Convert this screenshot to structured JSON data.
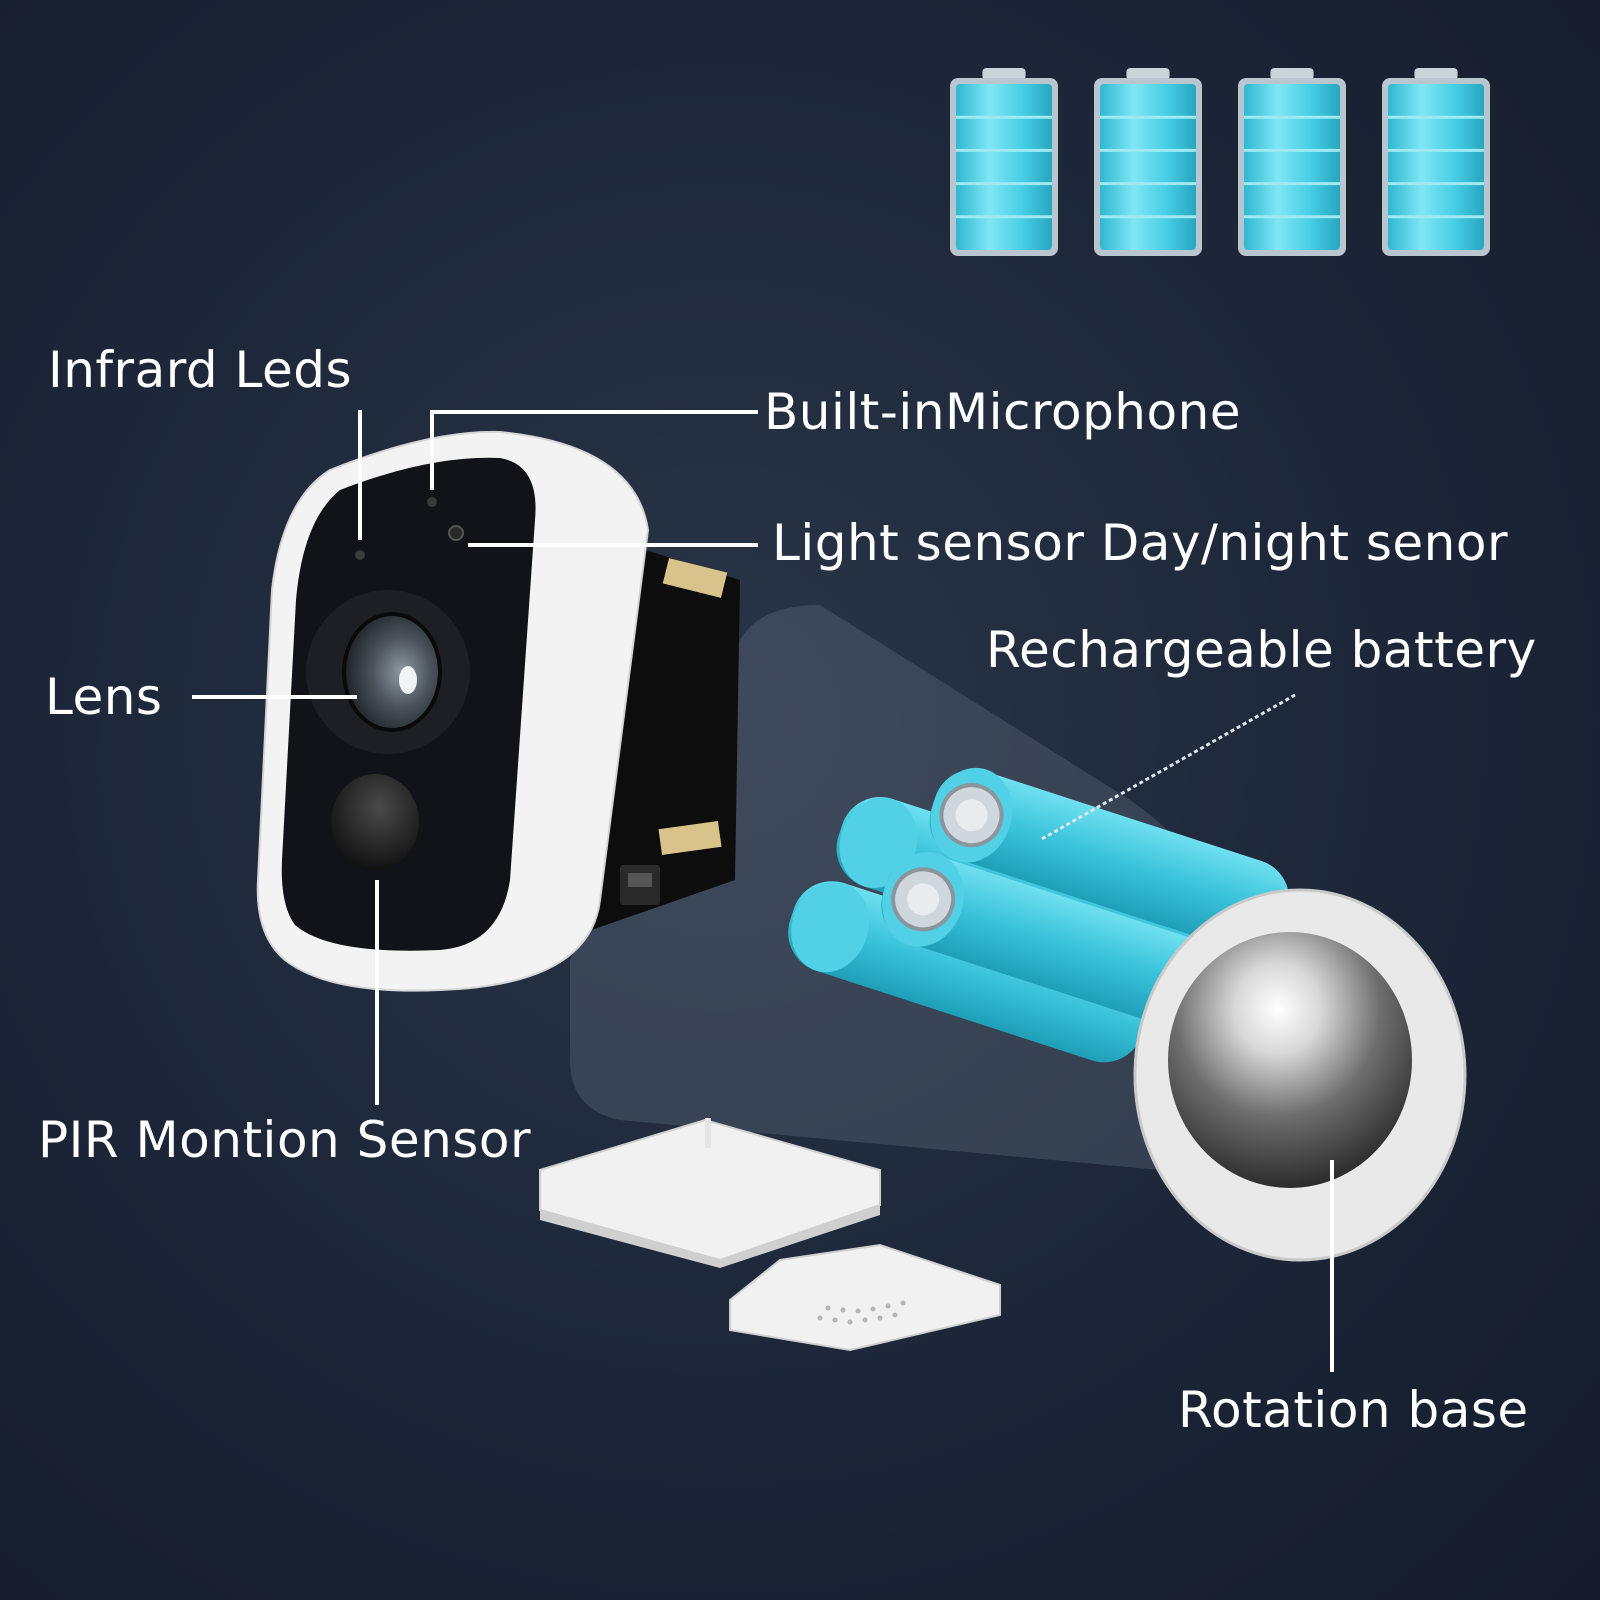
{
  "labels": {
    "infrared_leds": "Infrard Leds",
    "microphone": "Built-inMicrophone",
    "light_sensor": "Light sensor Day/night senor",
    "lens": "Lens",
    "battery": "Rechargeable battery",
    "pir_sensor": "PIR Montion Sensor",
    "rotation_base": "Rotation base"
  },
  "battery_icons": {
    "count": 4,
    "charge_fraction": 1.0,
    "color": "#4fd6ea"
  },
  "colors": {
    "background": "#1c2638",
    "battery_cell": "#38c2d9",
    "housing": "#f2f2f2",
    "callout_line": "#ffffff"
  }
}
